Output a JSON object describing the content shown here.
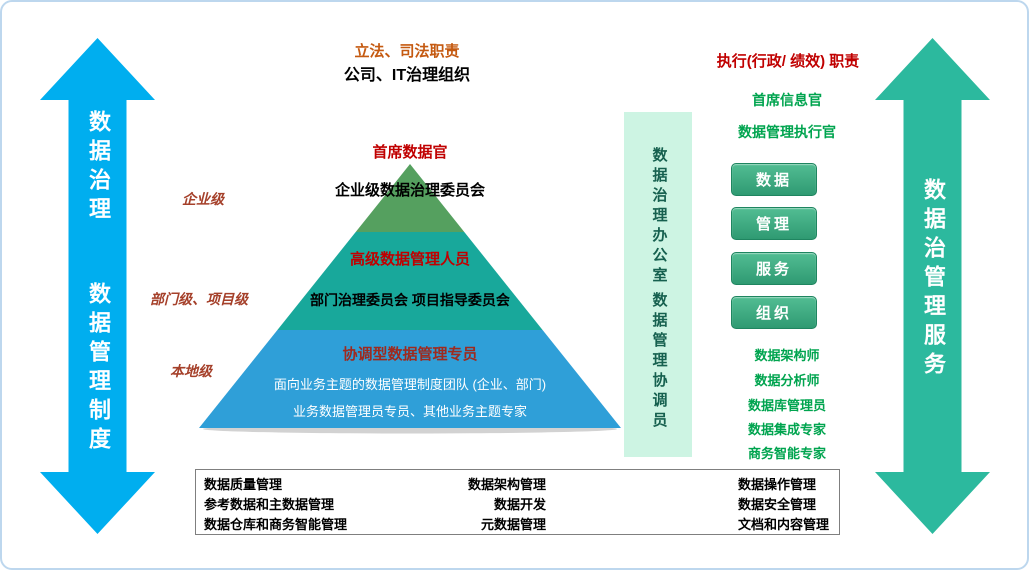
{
  "canvas": {
    "left_arrow": {
      "label_top": "数据治理",
      "label_bottom": "数据管理制度",
      "color": "#00AEEF"
    },
    "right_arrow": {
      "label": "数据治管理服务",
      "color": "#2CB99E"
    }
  },
  "top_header": {
    "duty": "立法、司法职责",
    "org": "公司、IT治理组织"
  },
  "exec_header": "执行(行政/ 绩效) 职责",
  "pyramid": {
    "side_labels": [
      "企业级",
      "部门级、项目级",
      "本地级"
    ],
    "top": {
      "title": "首席数据官",
      "committee": "企业级数据治理委员会",
      "color": "#55A05F"
    },
    "middle": {
      "title": "高级数据管理人员",
      "committee": "部门治理委员会 项目指导委员会",
      "color": "#18A89B"
    },
    "bottom": {
      "title": "协调型数据管理专员",
      "line1": "面向业务主题的数据管理制度团队 (企业、部门)",
      "line2": "业务数据管理员专员、其他业务主题专家",
      "color": "#2F9FD8"
    }
  },
  "office_panel": {
    "label_top": "数据治理办公室",
    "label_bottom": "数据管理协调员"
  },
  "right_panel": {
    "roles": [
      "首席信息官",
      "数据管理执行官"
    ],
    "buttons": [
      "数据",
      "管理",
      "服务",
      "组织"
    ],
    "specialists": [
      "数据架构师",
      "数据分析师",
      "数据库管理员",
      "数据集成专家",
      "商务智能专家"
    ]
  },
  "bottom_panel": {
    "col1": [
      "数据质量管理",
      "参考数据和主数据管理",
      "数据仓库和商务智能管理"
    ],
    "col2": [
      "数据架构管理",
      "数据开发",
      "元数据管理"
    ],
    "col3": [
      "数据操作管理",
      "数据安全管理",
      "文档和内容管理"
    ]
  }
}
